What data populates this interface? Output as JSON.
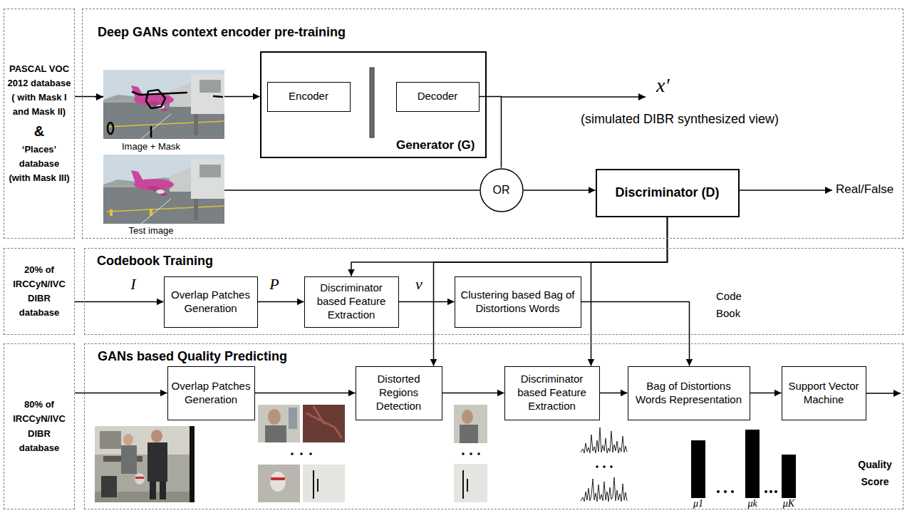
{
  "diagram": {
    "nodes": [
      {
        "text": [
          "PASCAL VOC 2012 database ( with Mask I and Mask II)",
          "&",
          "‘Places’ database (with Mask III)"
        ]
      },
      {
        "text": [
          "Deep GANs context encoder pre-training"
        ]
      },
      {
        "text": [
          "Generator (G)"
        ],
        "in": 1
      },
      {
        "text": [
          "Encoder"
        ],
        "in": 2
      },
      {
        "text": [
          "Decoder"
        ],
        "in": 2
      },
      {
        "text": [
          "OR"
        ],
        "in": 1
      },
      {
        "text": [
          "Discriminator (D)"
        ],
        "in": 1
      },
      {
        "text": [
          "20% of IRCCyN/IVC DIBR database"
        ]
      },
      {
        "text": [
          "Codebook Training"
        ]
      },
      {
        "text": [
          "Overlap Patches Generation"
        ],
        "in": 8
      },
      {
        "text": [
          "Discriminator based Feature Extraction"
        ],
        "in": 8
      },
      {
        "text": [
          "Clustering based Bag of Distortions Words"
        ],
        "in": 8
      },
      {
        "text": [
          "80% of IRCCyN/IVC DIBR database"
        ]
      },
      {
        "text": [
          "GANs based Quality Predicting"
        ]
      },
      {
        "text": [
          "Overlap Patches Generation"
        ],
        "in": 13
      },
      {
        "text": [
          "Distorted Regions Detection"
        ],
        "in": 13
      },
      {
        "text": [
          "Discriminator based Feature Extraction"
        ],
        "in": 13
      },
      {
        "text": [
          "Bag of Distortions Words Representation"
        ],
        "in": 13
      },
      {
        "text": [
          "Support Vector Machine"
        ],
        "in": 13
      }
    ],
    "edges": [
      {
        "from": 0,
        "to": 2,
        "arrow": "to"
      },
      {
        "from": 4,
        "to": 5,
        "arrow": "none"
      },
      {
        "from": 5,
        "to": 6,
        "arrow": "to"
      },
      {
        "from": 6,
        "to": 10,
        "arrow": "to"
      },
      {
        "from": 6,
        "to": 15,
        "arrow": "to"
      },
      {
        "from": 6,
        "to": 16,
        "arrow": "to"
      },
      {
        "from": 7,
        "to": 9,
        "arrow": "to",
        "label": "I"
      },
      {
        "from": 9,
        "to": 10,
        "arrow": "to",
        "label": "P"
      },
      {
        "from": 10,
        "to": 11,
        "arrow": "to",
        "label": "v"
      },
      {
        "from": 11,
        "to": 17,
        "arrow": "to",
        "label": "Code Book"
      },
      {
        "from": 12,
        "to": 14,
        "arrow": "to"
      },
      {
        "from": 14,
        "to": 15,
        "arrow": "to"
      },
      {
        "from": 15,
        "to": 16,
        "arrow": "to"
      },
      {
        "from": 16,
        "to": 17,
        "arrow": "to"
      },
      {
        "from": 17,
        "to": 18,
        "arrow": "to"
      }
    ],
    "labels": [
      "Image + Mask",
      "Test image",
      "x′",
      "(simulated DIBR synthesized view)",
      "Real/False",
      "Quality Score",
      "μ1",
      "μk",
      "μK"
    ]
  }
}
